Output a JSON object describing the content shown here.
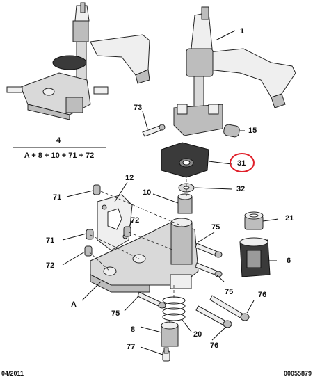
{
  "callouts": [
    {
      "id": "c1",
      "text": "1"
    },
    {
      "id": "c73",
      "text": "73"
    },
    {
      "id": "c15",
      "text": "15"
    },
    {
      "id": "c4",
      "text": "4"
    },
    {
      "id": "c31",
      "text": "31"
    },
    {
      "id": "c12",
      "text": "12"
    },
    {
      "id": "c10",
      "text": "10"
    },
    {
      "id": "c32",
      "text": "32"
    },
    {
      "id": "c71a",
      "text": "71"
    },
    {
      "id": "c72a",
      "text": "72"
    },
    {
      "id": "c21",
      "text": "21"
    },
    {
      "id": "c75a",
      "text": "75"
    },
    {
      "id": "c71b",
      "text": "71"
    },
    {
      "id": "c6",
      "text": "6"
    },
    {
      "id": "c72b",
      "text": "72"
    },
    {
      "id": "c75b",
      "text": "75"
    },
    {
      "id": "cA",
      "text": "A"
    },
    {
      "id": "c76a",
      "text": "76"
    },
    {
      "id": "c75c",
      "text": "75"
    },
    {
      "id": "c8",
      "text": "8"
    },
    {
      "id": "c20",
      "text": "20"
    },
    {
      "id": "c76b",
      "text": "76"
    },
    {
      "id": "c77",
      "text": "77"
    }
  ],
  "kit_formula": "A + 8 + 10 + 71 + 72",
  "highlight_color": "#e0202a",
  "footer": {
    "date": "04/2011",
    "reference": "00055879"
  }
}
